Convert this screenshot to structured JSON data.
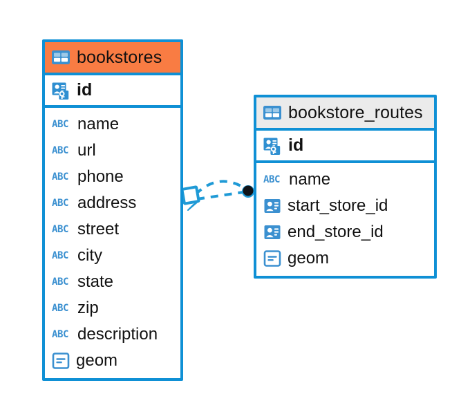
{
  "diagram": {
    "kind": "entity-relationship-diagram",
    "background_color": "#ffffff",
    "accent_color": "#0f90d5",
    "highlight_color": "#f97c43",
    "header_gray": "#ebebeb"
  },
  "entities": [
    {
      "name": "bookstores",
      "header_style": "highlighted",
      "table_icon": "table-icon",
      "primary_key": {
        "label": "id",
        "icon": "primary-key-icon"
      },
      "fields": [
        {
          "label": "name",
          "icon": "abc-text-icon",
          "icon_text": "ABC"
        },
        {
          "label": "url",
          "icon": "abc-text-icon",
          "icon_text": "ABC"
        },
        {
          "label": "phone",
          "icon": "abc-text-icon",
          "icon_text": "ABC"
        },
        {
          "label": "address",
          "icon": "abc-text-icon",
          "icon_text": "ABC"
        },
        {
          "label": "street",
          "icon": "abc-text-icon",
          "icon_text": "ABC"
        },
        {
          "label": "city",
          "icon": "abc-text-icon",
          "icon_text": "ABC"
        },
        {
          "label": "state",
          "icon": "abc-text-icon",
          "icon_text": "ABC"
        },
        {
          "label": "zip",
          "icon": "abc-text-icon",
          "icon_text": "ABC"
        },
        {
          "label": "description",
          "icon": "abc-text-icon",
          "icon_text": "ABC"
        },
        {
          "label": "geom",
          "icon": "geometry-icon",
          "icon_text": ""
        }
      ]
    },
    {
      "name": "bookstore_routes",
      "header_style": "plain",
      "table_icon": "table-icon",
      "primary_key": {
        "label": "id",
        "icon": "primary-key-icon"
      },
      "fields": [
        {
          "label": "name",
          "icon": "abc-text-icon",
          "icon_text": "ABC"
        },
        {
          "label": "start_store_id",
          "icon": "foreign-key-icon",
          "icon_text": ""
        },
        {
          "label": "end_store_id",
          "icon": "foreign-key-icon",
          "icon_text": ""
        },
        {
          "label": "geom",
          "icon": "geometry-icon",
          "icon_text": ""
        }
      ]
    }
  ],
  "relationship": {
    "from_entity": "bookstores",
    "to_entity": "bookstore_routes",
    "line_style": "dashed",
    "line_color": "#1f9ad6",
    "source_marker": "diamond-marker",
    "target_marker": "filled-circle-marker"
  }
}
